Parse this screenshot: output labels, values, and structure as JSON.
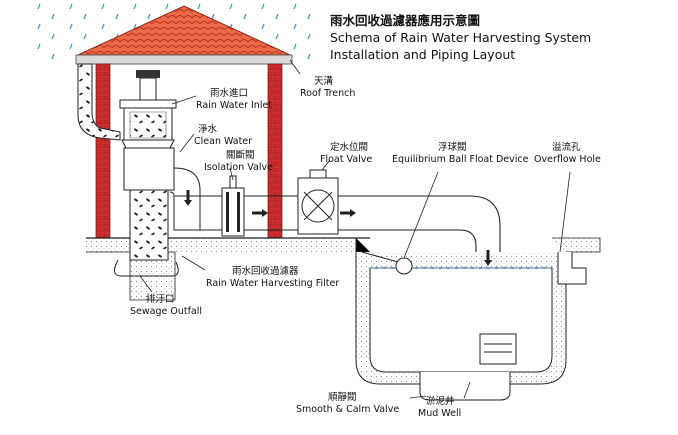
{
  "title": {
    "zh": "雨水回收過濾器應用示意圖",
    "en_line1": "Schema of Rain Water Harvesting System",
    "en_line2": "Installation and Piping Layout"
  },
  "labels": {
    "roof_trench": {
      "zh": "天溝",
      "en": "Roof Trench"
    },
    "rain_inlet": {
      "zh": "雨水進口",
      "en": "Rain Water Inlet"
    },
    "clean_water": {
      "zh": "淨水",
      "en": "Clean Water"
    },
    "isolation_valve": {
      "zh": "關斷閥",
      "en": "Isolation Valve"
    },
    "float_valve": {
      "zh": "定水位閥",
      "en": "Float Valve"
    },
    "ball_float": {
      "zh": "浮球閥",
      "en": "Equilibrium Ball Float Device"
    },
    "overflow": {
      "zh": "溢流孔",
      "en": "Overflow Hole"
    },
    "filter": {
      "zh": "雨水回收過濾器",
      "en": "Rain Water Harvesting Filter"
    },
    "sewage": {
      "zh": "排汙口",
      "en": "Sewage Outfall"
    },
    "calm_valve": {
      "zh": "順靜閥",
      "en": "Smooth & Calm Valve"
    },
    "mud_well": {
      "zh": "淤泥井",
      "en": "Mud Well"
    }
  },
  "colors": {
    "roof": "#e8553a",
    "roof_tile": "#c7381f",
    "wall": "#c8262a",
    "rain": "#3a8fd8",
    "water": "#9cc9e8",
    "line": "#222222",
    "ground": "#cfcfcf"
  }
}
